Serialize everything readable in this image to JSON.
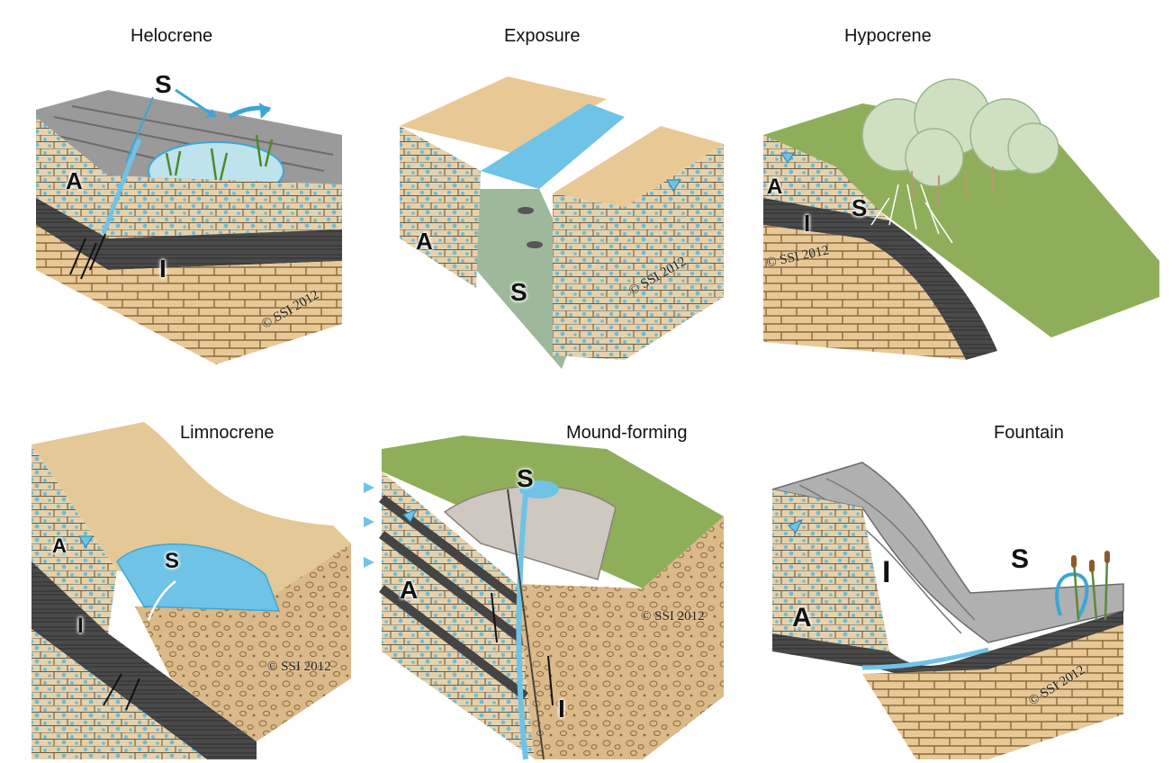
{
  "panels": [
    {
      "title": "Helocrene",
      "labels": {
        "s": "S",
        "a": "A",
        "i": "I"
      },
      "copyright": "© SSI 2012"
    },
    {
      "title": "Exposure",
      "labels": {
        "a": "A",
        "s": "S"
      },
      "copyright": "© SSI 2012"
    },
    {
      "title": "Hypocrene",
      "labels": {
        "a": "A",
        "i": "I",
        "s": "S"
      },
      "copyright": "© SSI 2012"
    },
    {
      "title": "Limnocrene",
      "labels": {
        "a": "A",
        "s": "S",
        "i": "I"
      },
      "copyright": "© SSI 2012"
    },
    {
      "title": "Mound-forming",
      "labels": {
        "s": "S",
        "a": "A",
        "i": "I"
      },
      "copyright": "© SSI 2012"
    },
    {
      "title": "Fountain",
      "labels": {
        "i": "I",
        "s": "S",
        "a": "A"
      },
      "copyright": "© SSI 2012"
    }
  ],
  "colors": {
    "sandstone": "#e8c996",
    "aquifer": "#a7d3d9",
    "water": "#6fc3e6",
    "shale": "#4a4a4a",
    "grass": "#8fae5a",
    "gray_top": "#9a9a9a"
  }
}
